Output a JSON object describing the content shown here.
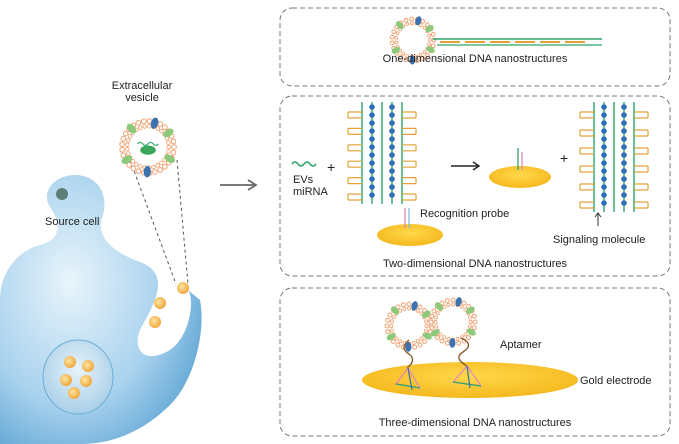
{
  "labels": {
    "extracellular_vesicle_line1": "Extracellular",
    "extracellular_vesicle_line2": "vesicle",
    "source_cell": "Source cell",
    "evs_line1": "EVs",
    "evs_line2": "miRNA",
    "plus_1": "+",
    "plus_2": "+",
    "recognition_probe": "Recognition probe",
    "signaling_molecule": "Signaling molecule",
    "aptamer": "Aptamer",
    "gold_electrode": "Gold electrode"
  },
  "panels": {
    "one_d": "One-dimensional DNA nanostructures",
    "two_d": "Two-dimensional DNA nanostructures",
    "three_d": "Three-dimensional DNA nanostructures"
  },
  "colors": {
    "cell_blue": "#6aaed6",
    "cell_light": "#cfe6f6",
    "gold": "#f7c531",
    "vesicle_orange": "#f0a070",
    "green_protein": "#8cc97a",
    "blue_protein": "#3b72b0",
    "dna_green": "#2ea56a",
    "dna_blue": "#2c6fb7",
    "dna_orange": "#e2a23a",
    "dashed_border": "#777777"
  }
}
